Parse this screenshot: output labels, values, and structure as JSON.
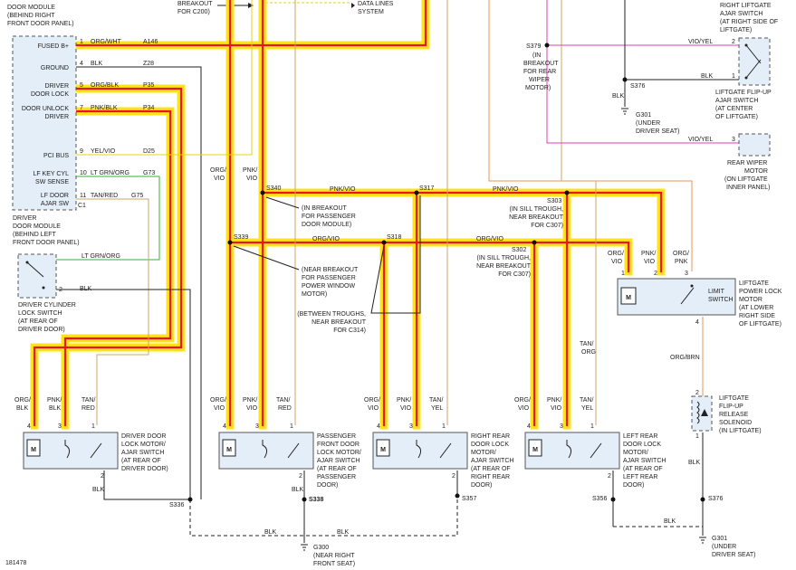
{
  "diagram": {
    "page_number": "181478",
    "top": {
      "breakout": [
        "BREAKOUT",
        "FOR C200)"
      ],
      "data_lines": [
        "DATA LINES",
        "SYSTEM"
      ],
      "module_top": [
        "DOOR MODULE",
        "(BEHIND RIGHT",
        "FRONT DOOR PANEL)"
      ],
      "liftgate_ajar_top": [
        "RIGHT LIFTGATE",
        "AJAR SWITCH",
        "(AT RIGHT SIDE OF",
        "LIFTGATE)"
      ]
    },
    "driver_module": {
      "pins": [
        {
          "label": "FUSED B+",
          "num": "1",
          "color": "ORG/WHT",
          "circuit": "A146"
        },
        {
          "label": "GROUND",
          "num": "4",
          "color": "BLK",
          "circuit": "Z28"
        },
        {
          "label": "DRIVER",
          "label2": "DOOR LOCK",
          "num": "5",
          "color": "ORG/BLK",
          "circuit": "P35"
        },
        {
          "label": "DOOR UNLOCK",
          "label2": "DRIVER",
          "num": "7",
          "color": "PNK/BLK",
          "circuit": "P34"
        },
        {
          "label": "PCI BUS",
          "num": "9",
          "color": "YEL/VIO",
          "circuit": "D25"
        },
        {
          "label": "LF KEY CYL",
          "label2": "SW SENSE",
          "num": "10",
          "color": "LT GRN/ORG",
          "circuit": "G73"
        },
        {
          "label": "LF DOOR",
          "label2": "AJAR SW",
          "num": "11",
          "color": "TAN/RED",
          "circuit": "G75"
        }
      ],
      "connector": "C1",
      "caption": [
        "DRIVER",
        "DOOR MODULE",
        "(BEHIND LEFT",
        "FRONT DOOR PANEL)"
      ]
    },
    "cylinder_switch": {
      "wire": "LT GRN/ORG",
      "pin": "2",
      "ground": "BLK",
      "caption": [
        "DRIVER CYLINDER",
        "LOCK SWITCH",
        "(AT REAR OF",
        "DRIVER DOOR)"
      ]
    },
    "splices": {
      "s340": "S340",
      "s339": "S339",
      "s317": "S317",
      "s318": "S318",
      "s303": "S303",
      "s302": "S302",
      "s379": "S379",
      "s376a": "S376",
      "s336": "S336",
      "s338": "S338",
      "s357": "S357",
      "s356": "S356",
      "s376b": "S376"
    },
    "notes": {
      "n340": [
        "(IN BREAKOUT",
        "FOR PASSENGER",
        "DOOR MODULE)"
      ],
      "n339": [
        "(NEAR BREAKOUT",
        "FOR PASSENGER",
        "POWER WINDOW",
        "MOTOR)"
      ],
      "n318": [
        "(BETWEEN TROUGHS,",
        "NEAR BREAKOUT",
        "FOR C314)"
      ],
      "n303": [
        "(IN SILL TROUGH,",
        "NEAR BREAKOUT",
        "FOR C307)"
      ],
      "n302": [
        "(IN SILL TROUGH,",
        "NEAR BREAKOUT",
        "FOR C307)"
      ],
      "n379": [
        "(IN",
        "BREAKOUT",
        "FOR REAR",
        "WIPER",
        "MOTOR)"
      ]
    },
    "wire_labels": {
      "pnk_vio": "PNK/VIO",
      "org_vio": "ORG/VIO",
      "vio_yel": "VIO/YEL",
      "blk": "BLK",
      "org_blk": "ORG/",
      "org_blk2": "BLK",
      "pnk_blk": "PNK/",
      "pnk_blk2": "BLK",
      "tan_red": "TAN/",
      "tan_red2": "RED",
      "org": "ORG/",
      "vio": "VIO",
      "pnk": "PNK/",
      "tan": "TAN/",
      "yel": "YEL",
      "org_brn": "ORG/BRN",
      "tan_org": "TAN/",
      "tan_org2": "ORG",
      "pnk2": "PNK",
      "org_vio_top1": "ORG/",
      "org_vio_top2": "VIO",
      "pnk_vio_top1": "PNK/",
      "pnk_vio_top2": "VIO"
    },
    "ground_g301a": [
      "G301",
      "(UNDER",
      "DRIVER SEAT)"
    ],
    "ground_g301b": [
      "G301",
      "(UNDER",
      "DRIVER SEAT)"
    ],
    "ground_g300": [
      "G300",
      "(NEAR RIGHT",
      "FRONT SEAT)"
    ],
    "flipup_switch": [
      "LIFTGATE FLIP-UP",
      "AJAR SWITCH",
      "(AT CENTER",
      "OF LIFTGATE)"
    ],
    "wiper_motor": [
      "REAR WIPER",
      "MOTOR",
      "(ON LIFTGATE",
      "INNER PANEL)"
    ],
    "power_lock_motor": [
      "LIFTGATE",
      "POWER LOCK",
      "MOTOR",
      "(AT LOWER",
      "RIGHT SIDE",
      "OF LIFTGATE)"
    ],
    "limit_switch": [
      "LIMIT",
      "SWITCH"
    ],
    "solenoid": [
      "LIFTGATE",
      "FLIP-UP",
      "RELEASE",
      "SOLENOID",
      "(IN LIFTGATE)"
    ],
    "door_motors": [
      [
        "DRIVER DOOR",
        "LOCK MOTOR/",
        "AJAR SWITCH",
        "(AT REAR OF",
        "DRIVER DOOR)"
      ],
      [
        "PASSENGER",
        "FRONT DOOR",
        "LOCK MOTOR/",
        "AJAR SWITCH",
        "(AT REAR OF",
        "PASSENGER",
        "DOOR)"
      ],
      [
        "RIGHT REAR",
        "DOOR LOCK",
        "MOTOR/",
        "AJAR SWITCH",
        "(AT REAR OF",
        "RIGHT REAR",
        "DOOR)"
      ],
      [
        "LEFT REAR",
        "DOOR LOCK",
        "MOTOR/",
        "AJAR SWITCH",
        "(AT REAR OF",
        "LEFT REAR",
        "DOOR)"
      ]
    ],
    "pin_nums": {
      "p1": "1",
      "p2": "2",
      "p3": "3",
      "p4": "4"
    },
    "motor_letter": "M"
  },
  "colors": {
    "highlight": "#ffe31a",
    "highlight_core": "#e8151b",
    "org_wire": "#e8955a",
    "pink_wire": "#e040b0",
    "green_wire": "#2fb52f",
    "tan_wire": "#d2a56d",
    "component_fill": "#e3eef8"
  }
}
